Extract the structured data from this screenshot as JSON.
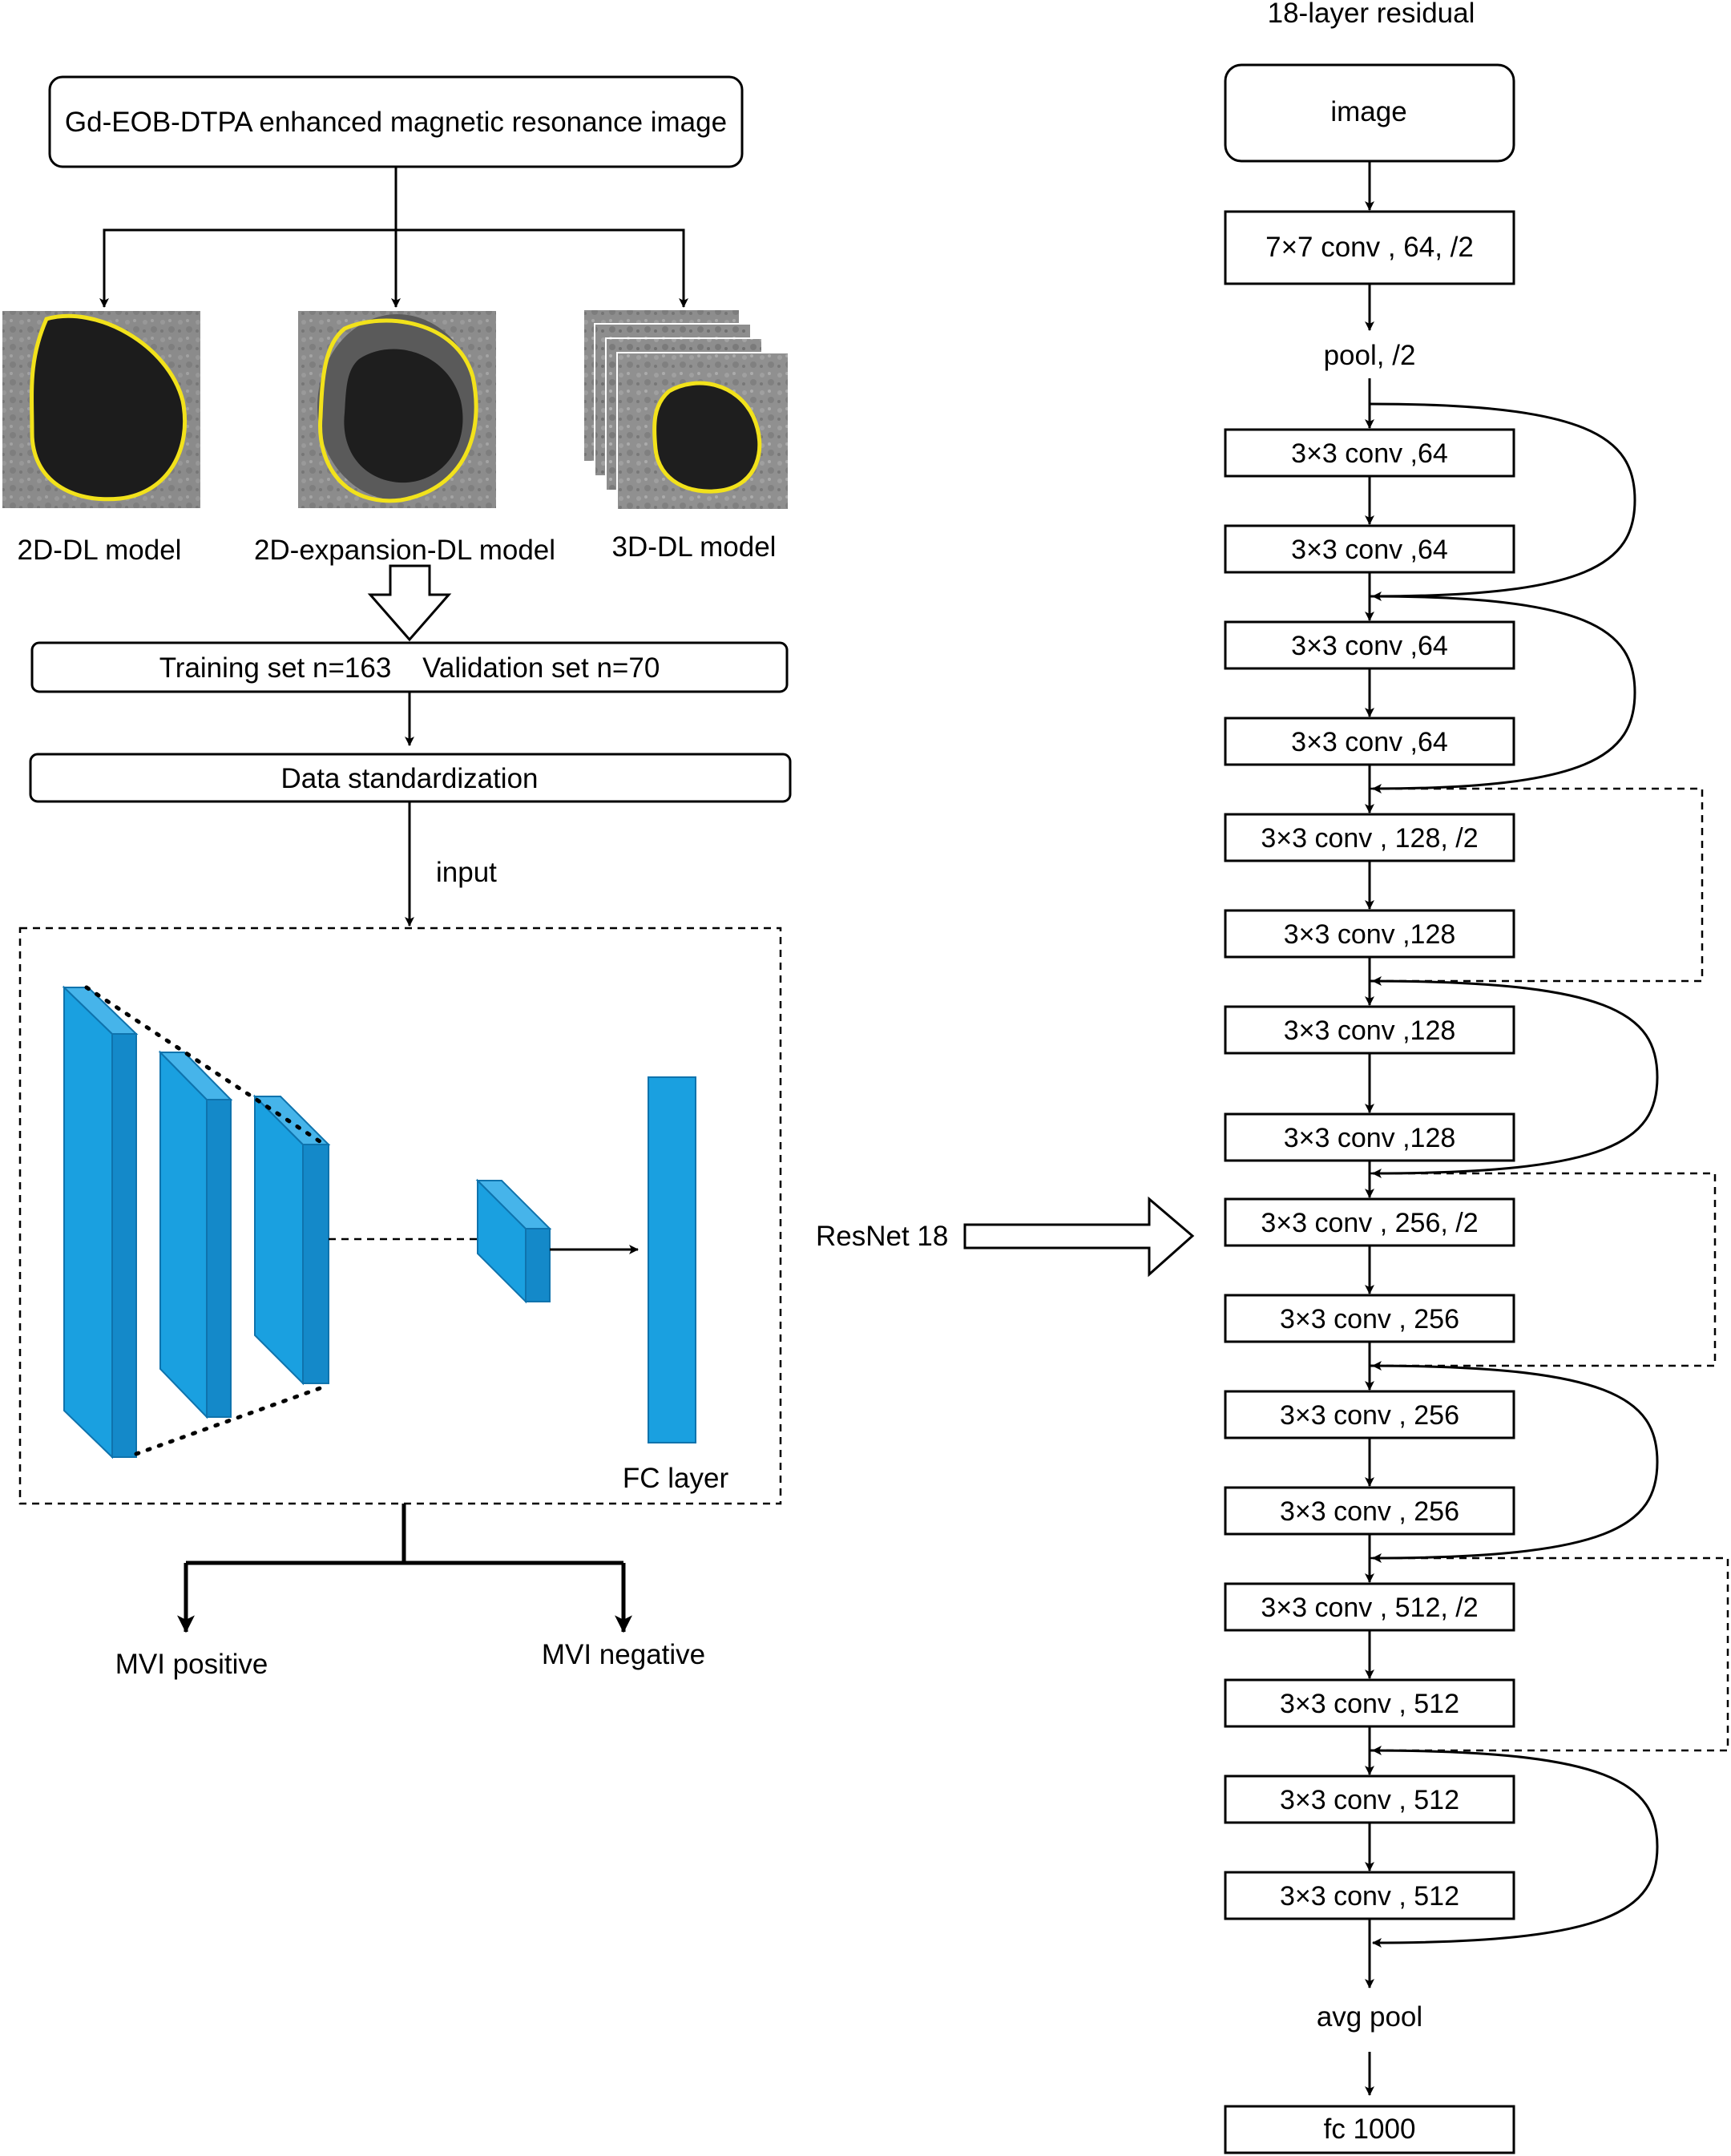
{
  "colors": {
    "cnn_block": "#1aa0e0",
    "contour": "#f2e21b",
    "mri_background": "#8c8c8c"
  },
  "left": {
    "mri_source_label": "Gd-EOB-DTPA enhanced magnetic resonance image",
    "models": [
      "2D-DL model",
      "2D-expansion-DL model",
      "3D-DL model"
    ],
    "dataset_split": "Training set n=163    Validation set n=70",
    "standardization": "Data standardization",
    "input_label": "input",
    "fc_label": "FC layer",
    "outputs": [
      "MVI positive",
      "MVI negative"
    ]
  },
  "connector_label": "ResNet 18",
  "right": {
    "title": "18-layer residual",
    "image_label": "image",
    "stem_conv": "7×7 conv , 64, /2",
    "pool": "pool, /2",
    "layers": [
      "3×3 conv ,64",
      "3×3 conv ,64",
      "3×3 conv ,64",
      "3×3 conv ,64",
      "3×3 conv , 128, /2",
      "3×3 conv ,128",
      "3×3 conv ,128",
      "3×3 conv ,128",
      "3×3 conv , 256, /2",
      "3×3 conv , 256",
      "3×3 conv , 256",
      "3×3 conv , 256",
      "3×3 conv , 512, /2",
      "3×3 conv , 512",
      "3×3 conv , 512",
      "3×3 conv , 512"
    ],
    "avg_pool": "avg pool",
    "fc": "fc 1000"
  }
}
